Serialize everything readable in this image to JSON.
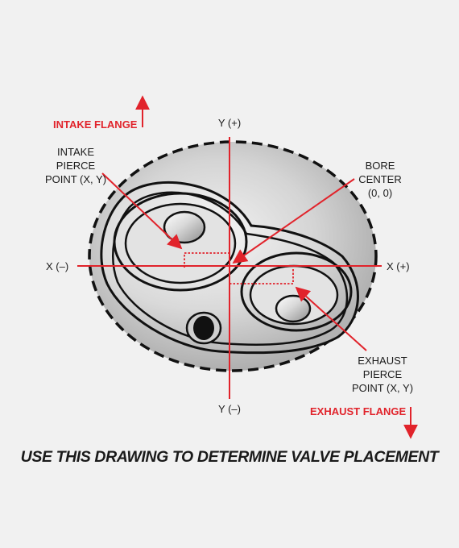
{
  "labels": {
    "intake_flange": "INTAKE FLANGE",
    "exhaust_flange": "EXHAUST FLANGE",
    "y_plus": "Y (+)",
    "y_minus": "Y (–)",
    "x_minus": "X (–)",
    "x_plus": "X (+)",
    "intake_pierce": [
      "INTAKE",
      "PIERCE",
      "POINT (X, Y)"
    ],
    "bore_center": [
      "BORE",
      "CENTER",
      "(0, 0)"
    ],
    "exhaust_pierce": [
      "EXHAUST",
      "PIERCE",
      "POINT (X, Y)"
    ]
  },
  "caption": "USE THIS DRAWING TO DETERMINE VALVE PLACEMENT",
  "colors": {
    "accent_red": "#e1232b",
    "outline": "#111111",
    "background": "#f1f1f1"
  }
}
